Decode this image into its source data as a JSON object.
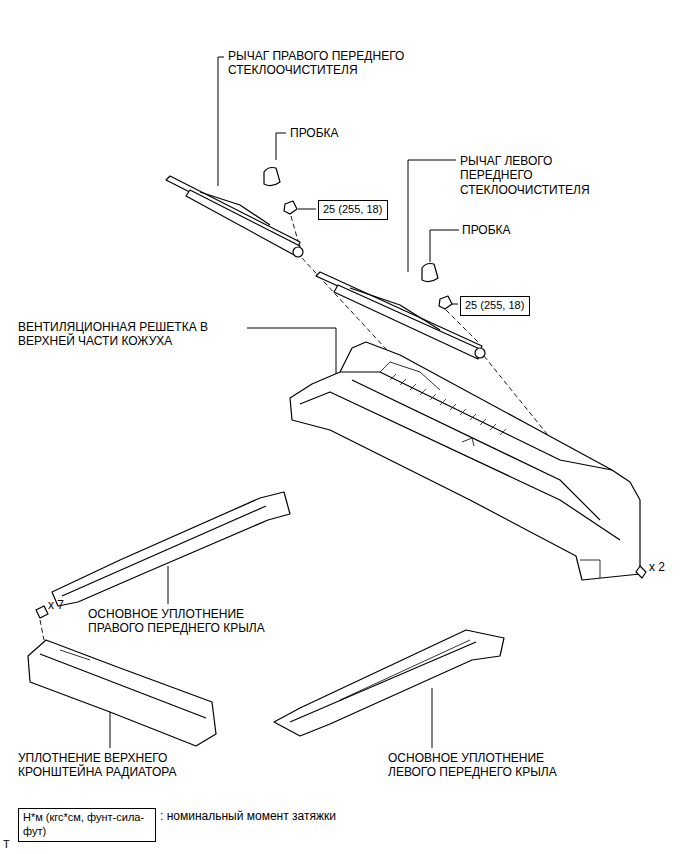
{
  "diagram": {
    "nodes": [
      {
        "text": [
          "25 (255, 18)"
        ]
      },
      {
        "text": [
          "25 (255, 18)"
        ]
      },
      {
        "text": [
          "Н*м (кгс*см, фунт-сила-фут)"
        ]
      }
    ],
    "labels": [
      "РЫЧАГ ПРАВОГО ПЕРЕДНЕГО СТЕКЛООЧИСТИТЕЛЯ",
      "ПРОБКА",
      "РЫЧАГ ЛЕВОГО ПЕРЕДНЕГО СТЕКЛООЧИСТИТЕЛЯ",
      "ПРОБКА",
      "ВЕНТИЛЯЦИОННАЯ РЕШЕТКА В ВЕРХНЕЙ ЧАСТИ КОЖУХА",
      "x 2",
      "x 7",
      "ОСНОВНОЕ УПЛОТНЕНИЕ ПРАВОГО ПЕРЕДНЕГО КРЫЛА",
      "УПЛОТНЕНИЕ ВЕРХНЕГО КРОНШТЕЙНА РАДИАТОРА",
      "ОСНОВНОЕ УПЛОТНЕНИЕ ЛЕВОГО ПЕРЕДНЕГО КРЫЛА",
      "Т"
    ],
    "legend": [
      {
        "text": ": номинальный момент затяжки"
      }
    ]
  }
}
